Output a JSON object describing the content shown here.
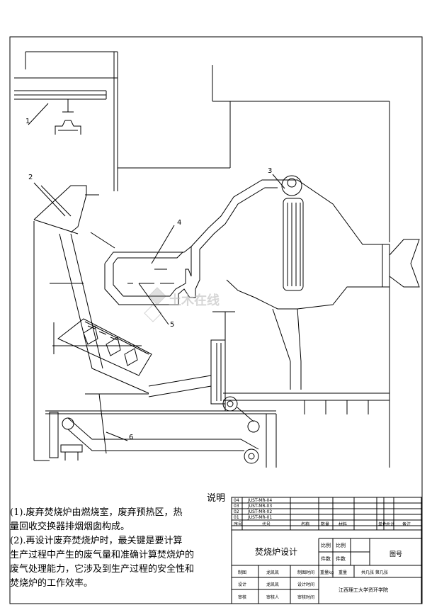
{
  "callouts": [
    "1",
    "2",
    "3",
    "4",
    "5",
    "6"
  ],
  "notes": {
    "title": "说明",
    "line1": "(1).废弃焚烧炉由燃烧室，废弃预热区，热",
    "line2": "量回收交换器排烟烟囱构成。",
    "line3": "(2).再设计废弃焚烧炉时，最关键是要计算",
    "line4": "生产过程中产生的废气量和准确计算焚烧炉的",
    "line5": "废气处理能力，它涉及到生产过程的安全性和",
    "line6": "焚烧炉的工作效率。"
  },
  "parts_list": {
    "rows": [
      {
        "no": "04",
        "code": "JUST-MR-04"
      },
      {
        "no": "03",
        "code": "JUST-MR-03"
      },
      {
        "no": "02",
        "code": "JUST-MR-02"
      },
      {
        "no": "01",
        "code": "JUST-MR-01"
      }
    ],
    "headers": {
      "seq": "序号",
      "code": "代号",
      "name": "名称",
      "qty": "数量",
      "material": "材料",
      "weight": "单件",
      "total": "总计",
      "note": "备注"
    }
  },
  "title_block": {
    "drawing_title": "焚烧炉设计",
    "scale_label": "比例",
    "scale2_label": "比例",
    "pieces_label": "件数",
    "pieces2_label": "件数",
    "drawing_no_label": "图号",
    "draw_label": "制图",
    "draw_name": "龙凯凯",
    "draw_time": "制图时间",
    "weight_label": "重量kg",
    "weight2_label": "重量",
    "sheet_info": "共几张 第几张",
    "design_label": "设计",
    "design_name": "龙凯凯",
    "design_time": "设计时间",
    "school": "江西理工大学资环学院",
    "review_label": "审核",
    "review_name": "审核人",
    "review_time": "审核时间"
  },
  "watermark": "土木在线"
}
